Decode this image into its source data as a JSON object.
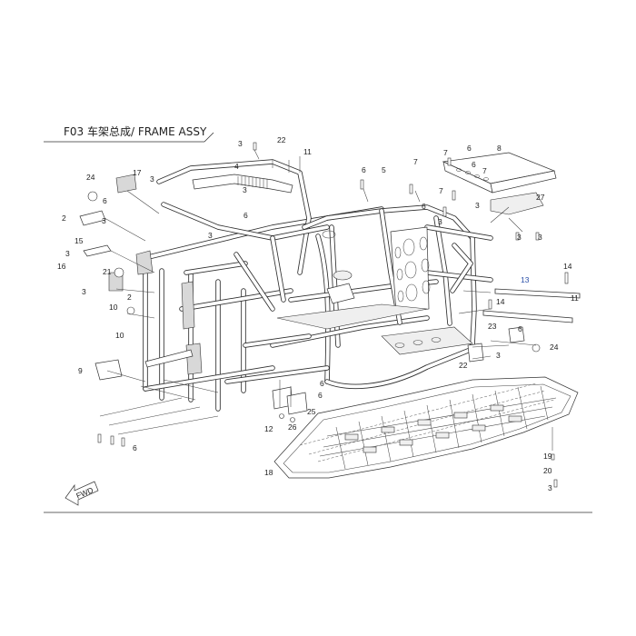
{
  "header": {
    "title": "F03 车架总成/ FRAME ASSY"
  },
  "direction_arrow": {
    "label": "FWD"
  },
  "callouts": [
    {
      "id": "c22a",
      "label": "22"
    },
    {
      "id": "c3a",
      "label": "3"
    },
    {
      "id": "c4",
      "label": "4"
    },
    {
      "id": "c11a",
      "label": "11"
    },
    {
      "id": "c8",
      "label": "8"
    },
    {
      "id": "c6a",
      "label": "6"
    },
    {
      "id": "c7a",
      "label": "7"
    },
    {
      "id": "c3b",
      "label": "3"
    },
    {
      "id": "c24a",
      "label": "24"
    },
    {
      "id": "c17",
      "label": "17"
    },
    {
      "id": "c3c",
      "label": "3"
    },
    {
      "id": "c6b",
      "label": "6"
    },
    {
      "id": "c5",
      "label": "5"
    },
    {
      "id": "c7b",
      "label": "7"
    },
    {
      "id": "c6c",
      "label": "6"
    },
    {
      "id": "c7c",
      "label": "7"
    },
    {
      "id": "c7d",
      "label": "7"
    },
    {
      "id": "c3d",
      "label": "3"
    },
    {
      "id": "c6d",
      "label": "6"
    },
    {
      "id": "c3e",
      "label": "3"
    },
    {
      "id": "c6e",
      "label": "6"
    },
    {
      "id": "c3f",
      "label": "3"
    },
    {
      "id": "c27",
      "label": "27"
    },
    {
      "id": "c2a",
      "label": "2"
    },
    {
      "id": "c6f",
      "label": "6"
    },
    {
      "id": "c3g",
      "label": "3"
    },
    {
      "id": "c3h",
      "label": "3"
    },
    {
      "id": "c3i",
      "label": "3"
    },
    {
      "id": "c15",
      "label": "15"
    },
    {
      "id": "c3j",
      "label": "3"
    },
    {
      "id": "c16",
      "label": "16"
    },
    {
      "id": "c21",
      "label": "21"
    },
    {
      "id": "c3k",
      "label": "3"
    },
    {
      "id": "c2b",
      "label": "2"
    },
    {
      "id": "c10a",
      "label": "10"
    },
    {
      "id": "c10b",
      "label": "10"
    },
    {
      "id": "c13",
      "label": "13"
    },
    {
      "id": "c14a",
      "label": "14"
    },
    {
      "id": "c14b",
      "label": "14"
    },
    {
      "id": "c11b",
      "label": "11"
    },
    {
      "id": "c23",
      "label": "23"
    },
    {
      "id": "c6g",
      "label": "6"
    },
    {
      "id": "c24b",
      "label": "24"
    },
    {
      "id": "c3l",
      "label": "3"
    },
    {
      "id": "c22b",
      "label": "22"
    },
    {
      "id": "c9",
      "label": "9"
    },
    {
      "id": "c6h",
      "label": "6"
    },
    {
      "id": "c6i",
      "label": "6"
    },
    {
      "id": "c25",
      "label": "25"
    },
    {
      "id": "c12",
      "label": "12"
    },
    {
      "id": "c26",
      "label": "26"
    },
    {
      "id": "c6j",
      "label": "6"
    },
    {
      "id": "c18",
      "label": "18"
    },
    {
      "id": "c19",
      "label": "19"
    },
    {
      "id": "c20",
      "label": "20"
    },
    {
      "id": "c3m",
      "label": "3"
    }
  ]
}
